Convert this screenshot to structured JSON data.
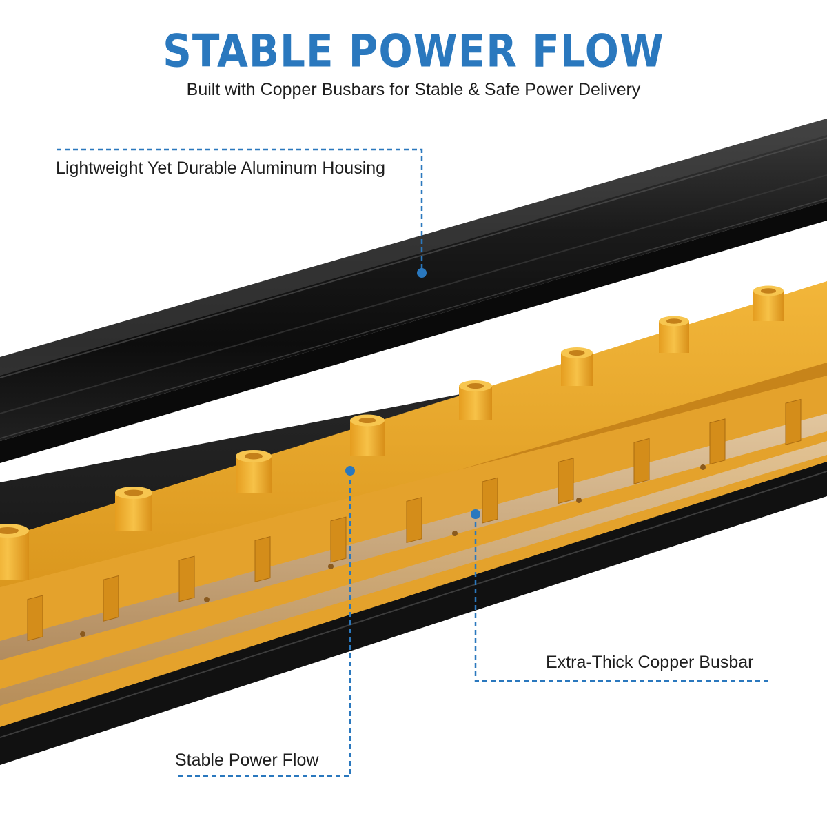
{
  "header": {
    "title": "STABLE POWER FLOW",
    "subtitle": "Built with Copper Busbars for Stable & Safe Power Delivery"
  },
  "callouts": [
    {
      "id": "housing",
      "label": "Lightweight Yet Durable Aluminum Housing"
    },
    {
      "id": "busbar",
      "label": "Extra-Thick Copper Busbar"
    },
    {
      "id": "flow",
      "label": "Stable Power Flow"
    }
  ],
  "colors": {
    "accent": "#2a78be",
    "title": "#2a78be",
    "housing": "#161616",
    "reflector": "#e9a92a",
    "copper": "#c9a77b"
  }
}
